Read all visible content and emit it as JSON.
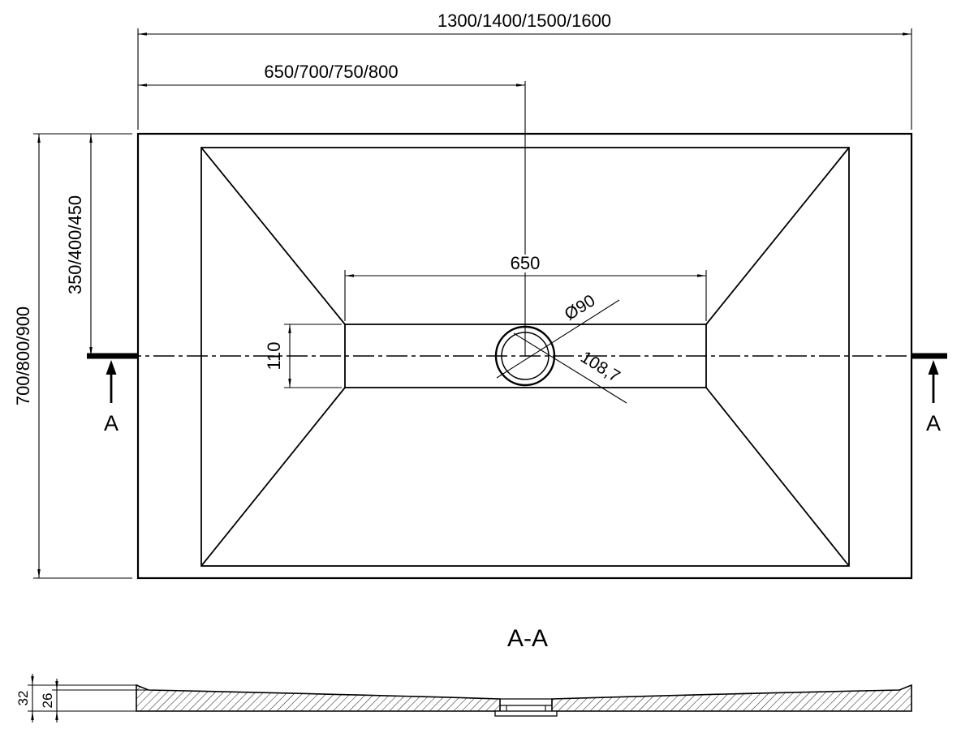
{
  "drawing": {
    "line_color": "#000000",
    "background_color": "#ffffff"
  },
  "top_view": {
    "dim_overall_width": "1300/1400/1500/1600",
    "dim_center_offset": "650/700/750/800",
    "dim_overall_depth": "700/800/900",
    "dim_center_depth": "350/400/450",
    "dim_channel_length": "650",
    "dim_channel_width": "110",
    "dim_drain_diameter": "Ø90",
    "dim_drain_diagonal": "108,7",
    "section_marker_left": "A",
    "section_marker_right": "A"
  },
  "section_view": {
    "title": "A-A",
    "dim_total_height": "32",
    "dim_edge_height": "26"
  }
}
